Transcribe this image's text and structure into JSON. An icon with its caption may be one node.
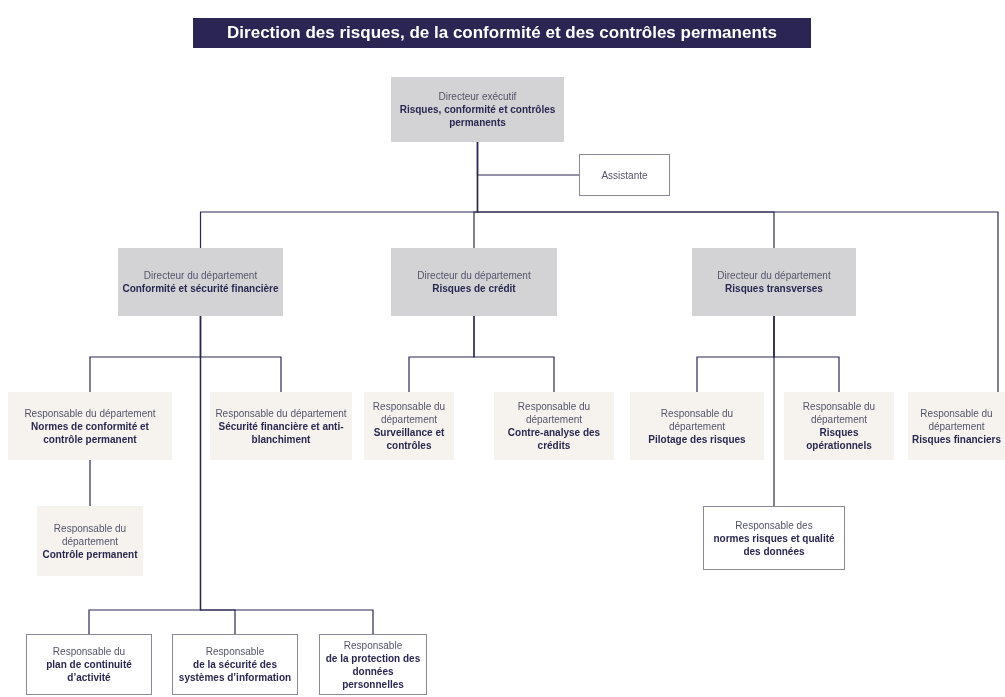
{
  "diagram": {
    "title": "Direction des risques, de la conformité et des contrôles permanents",
    "nodes": [
      {
        "text": [
          "Directeur exécutif",
          "Risques, conformité et contrôles permanents"
        ]
      },
      {
        "text": [
          "Assistante"
        ]
      },
      {
        "text": [
          "Directeur du département",
          "Conformité et sécurité financière"
        ]
      },
      {
        "text": [
          "Directeur du département",
          "Risques de crédit"
        ]
      },
      {
        "text": [
          "Directeur du département",
          "Risques transverses"
        ]
      },
      {
        "text": [
          "Responsable du département",
          "Normes de conformité et contrôle permanent"
        ]
      },
      {
        "text": [
          "Responsable du département",
          "Sécurité financière et anti-blanchiment"
        ]
      },
      {
        "text": [
          "Responsable du département",
          "Surveillance et contrôles"
        ]
      },
      {
        "text": [
          "Responsable du département",
          "Contre-analyse des crédits"
        ]
      },
      {
        "text": [
          "Responsable du département",
          "Pilotage des risques"
        ]
      },
      {
        "text": [
          "Responsable du département",
          "Risques opérationnels"
        ]
      },
      {
        "text": [
          "Responsable du département",
          "Risques financiers"
        ]
      },
      {
        "text": [
          "Responsable du département",
          "Contrôle permanent"
        ]
      },
      {
        "text": [
          "Responsable des",
          "normes risques et qualité des données"
        ]
      },
      {
        "text": [
          "Responsable du",
          "plan de continuité d’activité"
        ]
      },
      {
        "text": [
          "Responsable",
          "de la sécurité des systèmes d’information"
        ]
      },
      {
        "text": [
          "Responsable",
          "de la protection des données personnelles"
        ]
      }
    ],
    "edges": [
      {
        "from": 0,
        "to": 1,
        "arrow": "none"
      },
      {
        "from": 0,
        "to": 2,
        "arrow": "none"
      },
      {
        "from": 0,
        "to": 3,
        "arrow": "none"
      },
      {
        "from": 0,
        "to": 4,
        "arrow": "none"
      },
      {
        "from": 0,
        "to": 11,
        "arrow": "none"
      },
      {
        "from": 2,
        "to": 5,
        "arrow": "none"
      },
      {
        "from": 2,
        "to": 6,
        "arrow": "none"
      },
      {
        "from": 5,
        "to": 12,
        "arrow": "none"
      },
      {
        "from": 2,
        "to": 14,
        "arrow": "none"
      },
      {
        "from": 2,
        "to": 15,
        "arrow": "none"
      },
      {
        "from": 2,
        "to": 16,
        "arrow": "none"
      },
      {
        "from": 3,
        "to": 7,
        "arrow": "none"
      },
      {
        "from": 3,
        "to": 8,
        "arrow": "none"
      },
      {
        "from": 4,
        "to": 9,
        "arrow": "none"
      },
      {
        "from": 4,
        "to": 10,
        "arrow": "none"
      },
      {
        "from": 4,
        "to": 13,
        "arrow": "none"
      }
    ]
  }
}
